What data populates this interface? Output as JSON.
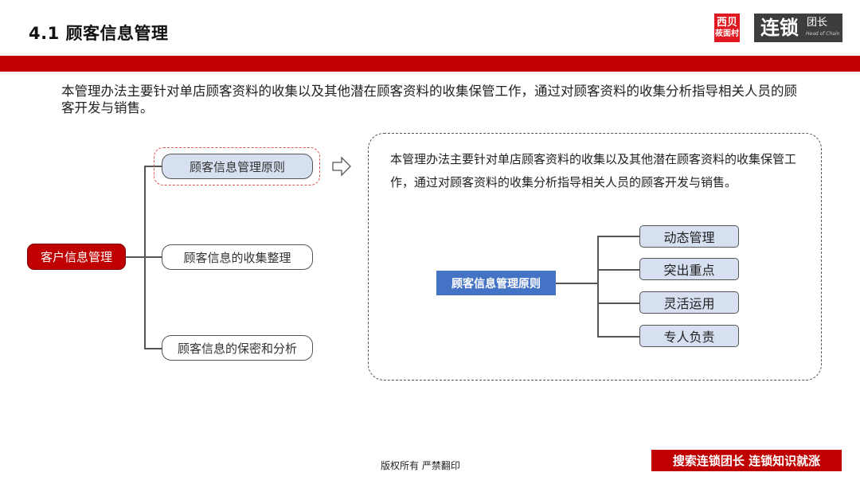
{
  "header": {
    "title": "4.1 顾客信息管理",
    "accent_color": "#c00000",
    "logos": {
      "xibei_line1": "西贝",
      "xibei_line2": "莜面村",
      "chain_main": "连锁",
      "chain_sub": "团长",
      "chain_en": "Head of Chain"
    }
  },
  "intro": {
    "text": "本管理办法主要针对单店顾客资料的收集以及其他潜在顾客资料的收集保管工作，通过对顾客资料的收集分析指导相关人员的顾客开发与销售。"
  },
  "mindmap": {
    "root": {
      "label": "客户信息管理",
      "color": "#c00000"
    },
    "children": [
      {
        "label": "顾客信息管理原则",
        "selected": true
      },
      {
        "label": "顾客信息的收集整理",
        "selected": false
      },
      {
        "label": "顾客信息的保密和分析",
        "selected": false
      }
    ]
  },
  "detail_panel": {
    "text": "本管理办法主要针对单店顾客资料的收集以及其他潜在顾客资料的收集保管工作，通过对顾客资料的收集分析指导相关人员的顾客开发与销售。",
    "center": {
      "label": "顾客信息管理原则",
      "color": "#4472c4"
    },
    "leaves": [
      {
        "label": "动态管理"
      },
      {
        "label": "突出重点"
      },
      {
        "label": "灵活运用"
      },
      {
        "label": "专人负责"
      }
    ]
  },
  "footer": {
    "copyright": "版权所有 严禁翻印",
    "banner": "搜索连锁团长 连锁知识就涨"
  }
}
